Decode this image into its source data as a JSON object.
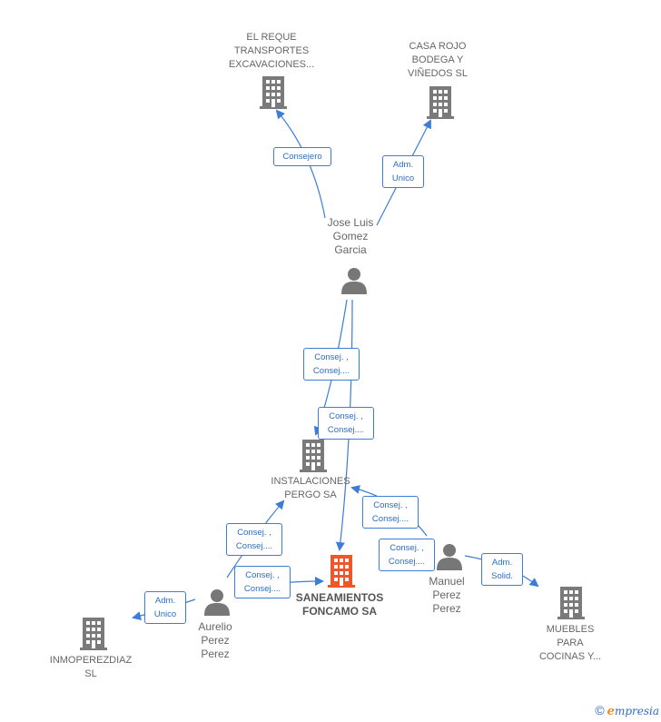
{
  "colors": {
    "edge": "#3b7dd8",
    "company_icon": "#7a7a7a",
    "focus_icon": "#f0562a",
    "person_icon": "#777777"
  },
  "nodes": {
    "el_reque": {
      "label": "EL REQUE\nTRANSPORTES\nEXCAVACIONES...",
      "type": "company"
    },
    "casa_rojo": {
      "label": "CASA ROJO\nBODEGA Y\nVIÑEDOS  SL",
      "type": "company"
    },
    "jose_luis": {
      "label": "Jose Luis\nGomez\nGarcia",
      "type": "person"
    },
    "instalaciones": {
      "label": "INSTALACIONES\nPERGO SA",
      "type": "company"
    },
    "saneamientos": {
      "label": "SANEAMIENTOS\nFONCAMO SA",
      "type": "focus"
    },
    "manuel": {
      "label": "Manuel\nPerez\nPerez",
      "type": "person"
    },
    "muebles": {
      "label": "MUEBLES\nPARA\nCOCINAS Y...",
      "type": "company"
    },
    "aurelio": {
      "label": "Aurelio\nPerez\nPerez",
      "type": "person"
    },
    "inmoperezdiaz": {
      "label": "INMOPEREZDIAZ\nSL",
      "type": "company"
    }
  },
  "edges": {
    "e1": "Consejero",
    "e2": "Adm.\nUnico",
    "e3": "Consej. ,\nConsej....",
    "e4": "Consej. ,\nConsej....",
    "e5": "Consej. ,\nConsej....",
    "e6": "Consej. ,\nConsej....",
    "e7": "Adm.\nSolid.",
    "e8": "Consej. ,\nConsej....",
    "e9": "Consej. ,\nConsej....",
    "e10": "Adm.\nUnico"
  },
  "footer": {
    "copyright": "©",
    "brand_initial": "e",
    "brand_rest": "mpresia"
  }
}
